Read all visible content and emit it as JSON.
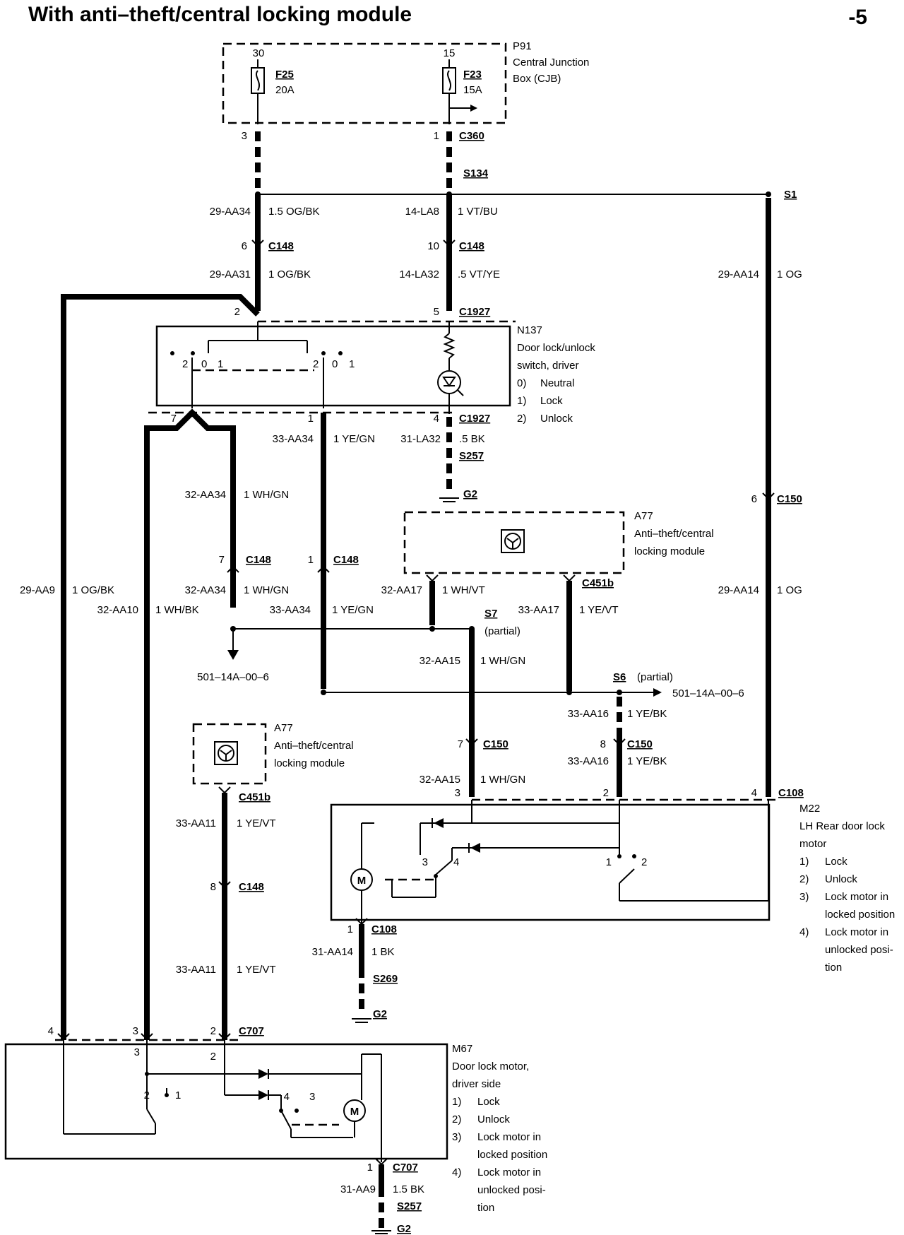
{
  "title": "With anti–theft/central locking module",
  "page_number": "-5",
  "cjb": {
    "id": "P91",
    "name_line1": "Central Junction",
    "name_line2": "Box (CJB)",
    "fuse_a": {
      "terminal": "30",
      "name": "F25",
      "rating": "20A"
    },
    "fuse_b": {
      "terminal": "15",
      "name": "F23",
      "rating": "15A"
    }
  },
  "switch_module": {
    "id": "N137",
    "line1": "Door lock/unlock",
    "line2": "switch, driver",
    "states": [
      {
        "num": "0)",
        "label": "Neutral"
      },
      {
        "num": "1)",
        "label": "Lock"
      },
      {
        "num": "2)",
        "label": "Unlock"
      }
    ]
  },
  "antitheft_module": {
    "id": "A77",
    "line1": "Anti–theft/central",
    "line2": "locking module"
  },
  "rear_motor": {
    "id": "M22",
    "line1": "LH Rear door lock",
    "line2": "motor",
    "items": [
      {
        "num": "1)",
        "lines": [
          "Lock"
        ]
      },
      {
        "num": "2)",
        "lines": [
          "Unlock"
        ]
      },
      {
        "num": "3)",
        "lines": [
          "Lock motor in",
          "locked position"
        ]
      },
      {
        "num": "4)",
        "lines": [
          "Lock motor in",
          "unlocked posi-",
          "tion"
        ]
      }
    ]
  },
  "driver_motor": {
    "id": "M67",
    "line1": "Door lock motor,",
    "line2": "driver side",
    "items": [
      {
        "num": "1)",
        "lines": [
          "Lock"
        ]
      },
      {
        "num": "2)",
        "lines": [
          "Unlock"
        ]
      },
      {
        "num": "3)",
        "lines": [
          "Lock motor in",
          "locked position"
        ]
      },
      {
        "num": "4)",
        "lines": [
          "Lock motor in",
          "unlocked posi-",
          "tion"
        ]
      }
    ]
  },
  "connectors": {
    "c360": "C360",
    "c148": "C148",
    "c1927": "C1927",
    "c150": "C150",
    "c451b": "C451b",
    "c108": "C108",
    "c707": "C707"
  },
  "splices": {
    "s134": "S134",
    "s1": "S1",
    "s257": "S257",
    "s7": "S7",
    "s6": "S6",
    "s269": "S269",
    "partial": "(partial)"
  },
  "grounds": {
    "g2": "G2"
  },
  "circuits": {
    "aa34_29": "29-AA34",
    "og_bk_15": "1.5 OG/BK",
    "la8": "14-LA8",
    "vt_bu": "1 VT/BU",
    "aa31": "29-AA31",
    "og_bk_1": "1 OG/BK",
    "la32_14": "14-LA32",
    "vt_ye": ".5 VT/YE",
    "aa14": "29-AA14",
    "og_1": "1 OG",
    "aa34_33": "33-AA34",
    "ye_gn": "1 YE/GN",
    "la32_31": "31-LA32",
    "bk_05": ".5 BK",
    "aa34_32": "32-AA34",
    "wh_gn": "1 WH/GN",
    "aa9_29": "29-AA9",
    "aa10": "32-AA10",
    "wh_bk": "1 WH/BK",
    "aa17_32": "32-AA17",
    "wh_vt": "1 WH/VT",
    "aa17_33": "33-AA17",
    "ye_vt": "1 YE/VT",
    "aa15": "32-AA15",
    "aa16": "33-AA16",
    "ye_bk": "1 YE/BK",
    "aa11": "33-AA11",
    "aa14_31": "31-AA14",
    "bk_1": "1 BK",
    "aa9_31": "31-AA9",
    "bk_15": "1.5 BK",
    "ref": "501–14A–00–6"
  },
  "pins": {
    "p1": "1",
    "p2": "2",
    "p3": "3",
    "p4": "4",
    "p5": "5",
    "p6": "6",
    "p7": "7",
    "p8": "8",
    "p10": "10",
    "p0": "0"
  },
  "motor_symbol": "M"
}
